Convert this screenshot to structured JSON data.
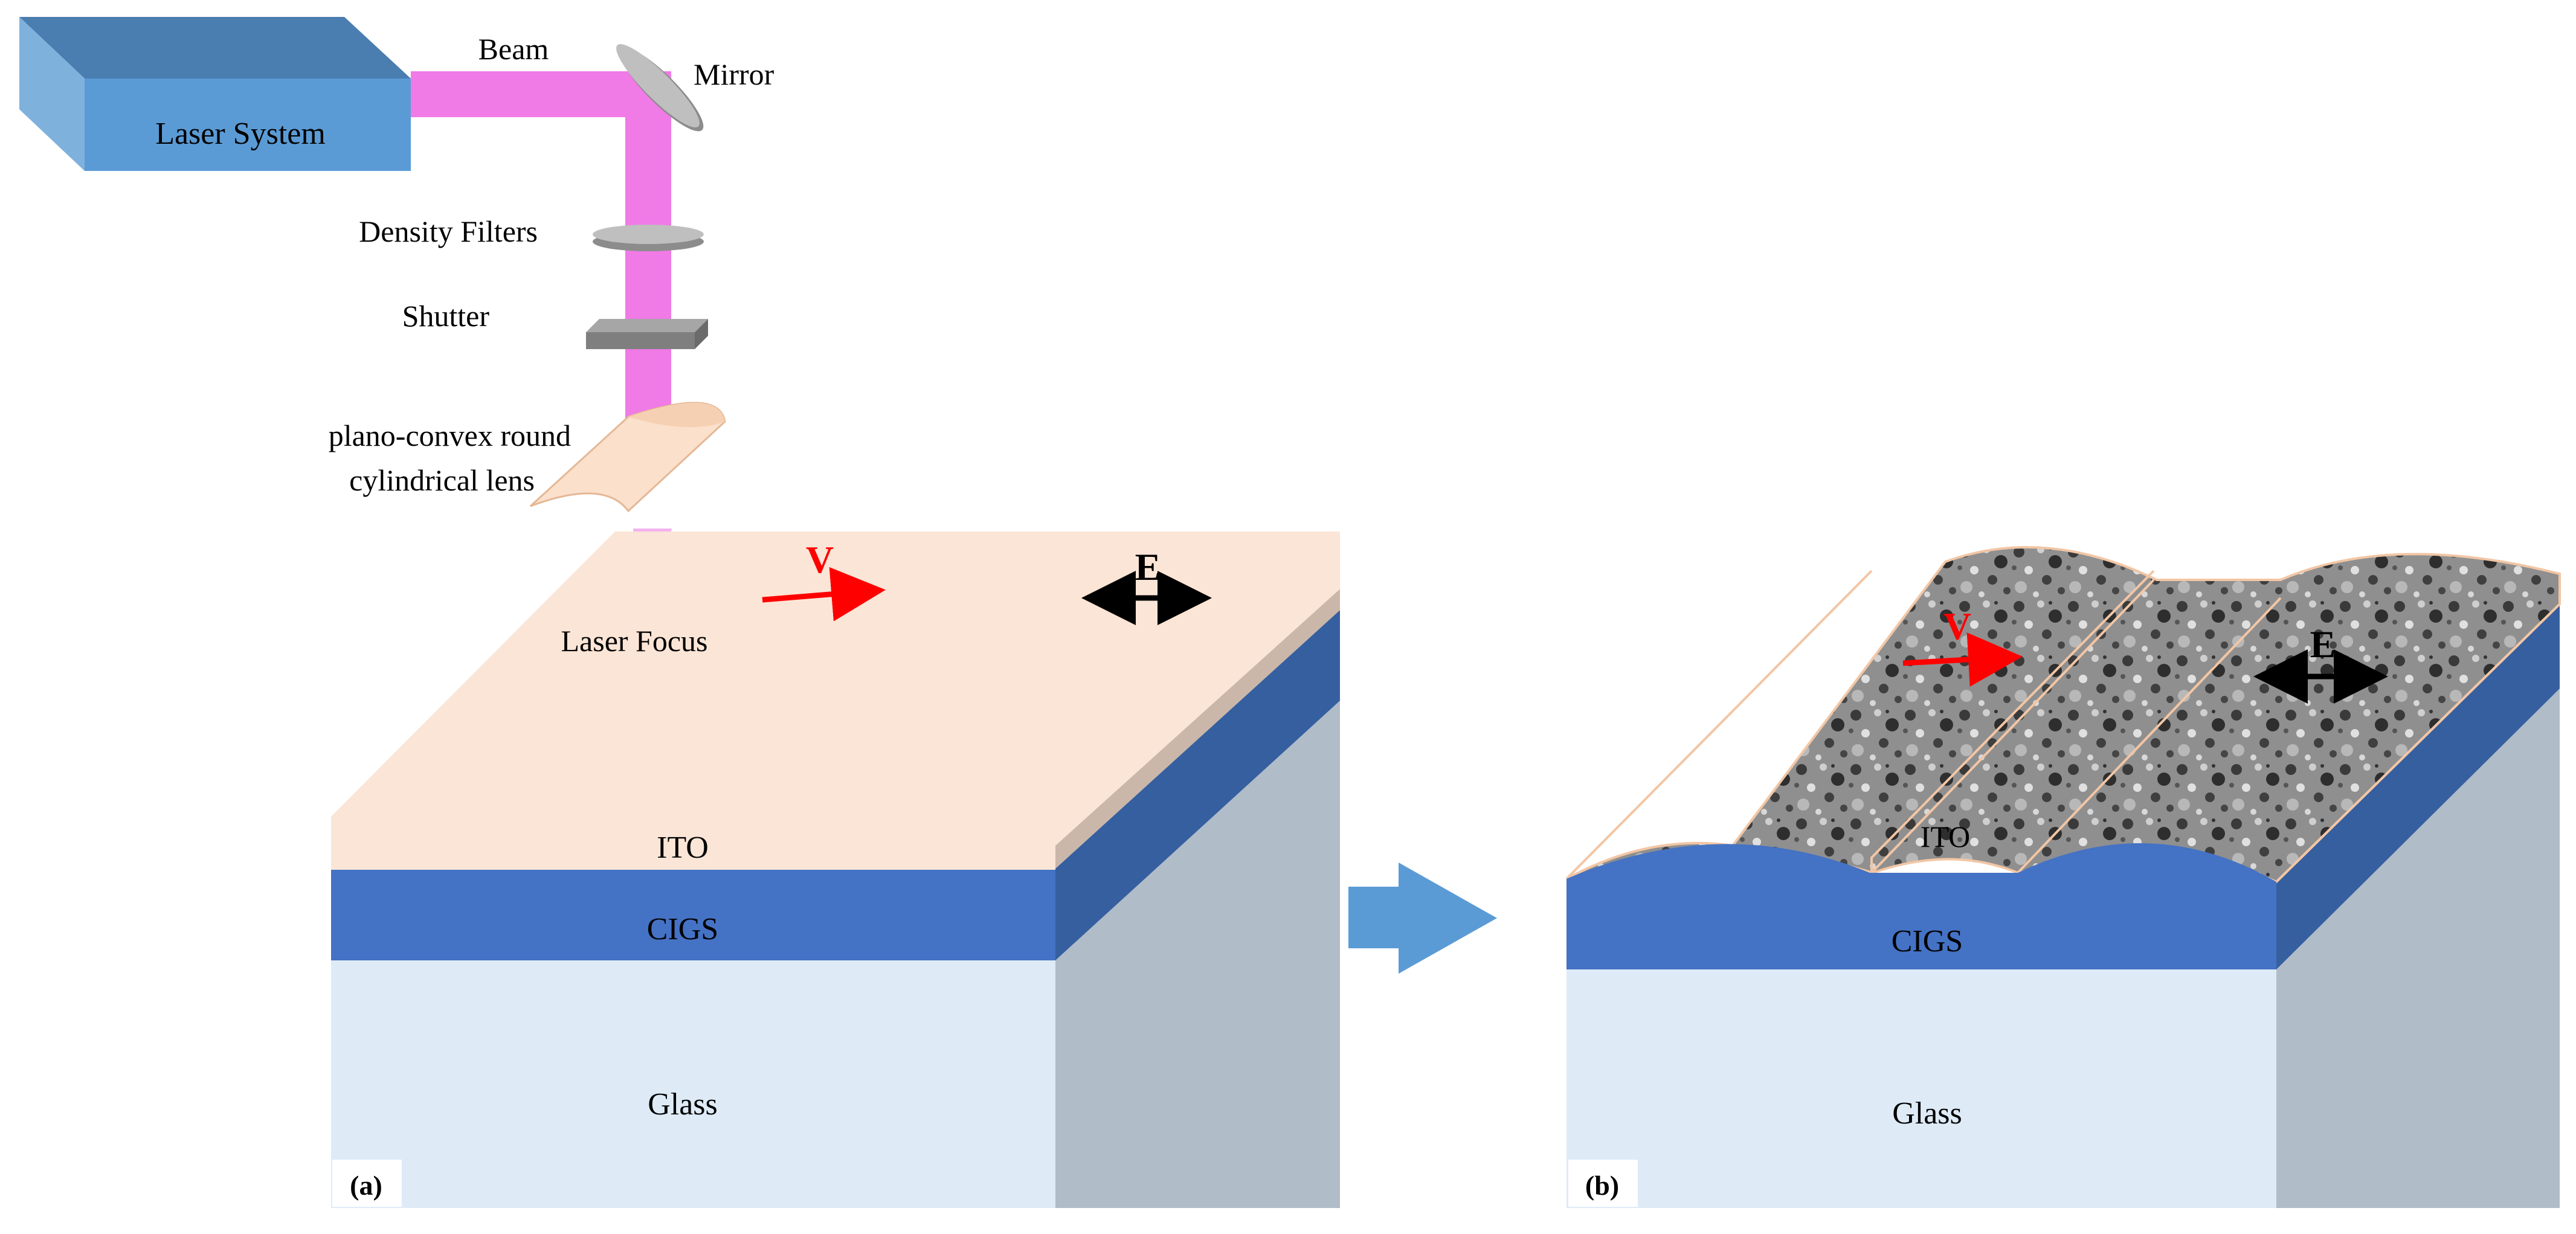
{
  "labels": {
    "laser_system": "Laser System",
    "beam": "Beam",
    "mirror": "Mirror",
    "density_filters": "Density Filters",
    "shutter": "Shutter",
    "lens_line1": "plano-convex round",
    "lens_line2": "cylindrical lens",
    "laser_focus": "Laser Focus"
  },
  "panel_a": {
    "tag": "(a)",
    "velocity": "V",
    "field": "E",
    "layers": {
      "ito": "ITO",
      "cigs": "CIGS",
      "glass": "Glass"
    }
  },
  "panel_b": {
    "tag": "(b)",
    "velocity": "V",
    "field": "E",
    "layers": {
      "ito": "ITO",
      "cigs": "CIGS",
      "glass": "Glass"
    }
  },
  "colors": {
    "laser_box_front": "#5b9bd5",
    "beam": "#f07ae6",
    "ito": "#fbe5d6",
    "cigs": "#4472c4",
    "glass": "#deebf7",
    "glass_side": "#b0bcc8",
    "arrow_v": "#ff0000",
    "arrow_e": "#000000"
  }
}
